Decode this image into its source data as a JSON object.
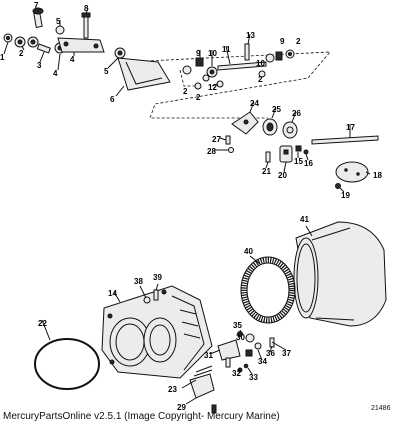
{
  "callouts": [
    "1",
    "2",
    "3",
    "4",
    "5",
    "6",
    "7",
    "8",
    "9",
    "10",
    "11",
    "12",
    "13",
    "14",
    "15",
    "16",
    "17",
    "18",
    "19",
    "20",
    "21",
    "22",
    "23",
    "24",
    "25",
    "26",
    "27",
    "28",
    "29",
    "30",
    "31",
    "32",
    "33",
    "34",
    "35",
    "36",
    "37",
    "38",
    "39",
    "40",
    "41"
  ],
  "footer_text": "MercuryPartsOnline v2.5.1 (Image Copyright- Mercury Marine)",
  "figure_number": "21486"
}
